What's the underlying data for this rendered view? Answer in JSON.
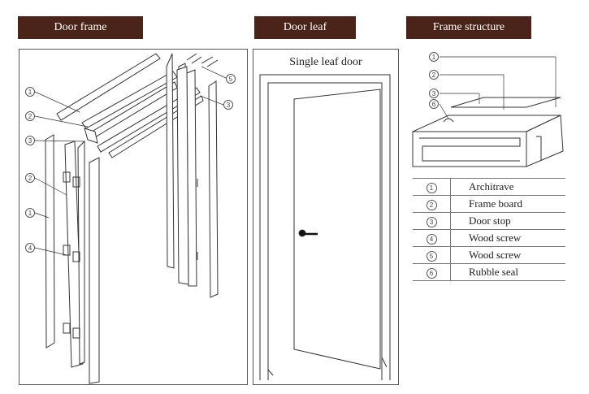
{
  "headers": {
    "door_frame": "Door frame",
    "door_leaf": "Door  leaf",
    "frame_structure": "Frame structure"
  },
  "leaf_title": "Single leaf door",
  "frame_callouts": [
    "1",
    "2",
    "3",
    "2",
    "1",
    "4",
    "5",
    "3"
  ],
  "structure_callouts": [
    "1",
    "2",
    "3",
    "6"
  ],
  "legend": [
    {
      "num": "1",
      "label": "Architrave"
    },
    {
      "num": "2",
      "label": "Frame board"
    },
    {
      "num": "3",
      "label": "Door stop"
    },
    {
      "num": "4",
      "label": "Wood screw"
    },
    {
      "num": "5",
      "label": "Wood screw"
    },
    {
      "num": "6",
      "label": "Rubble seal"
    }
  ],
  "colors": {
    "header_bg": "#4a2418",
    "header_text": "#ffffff",
    "line": "#333333"
  }
}
